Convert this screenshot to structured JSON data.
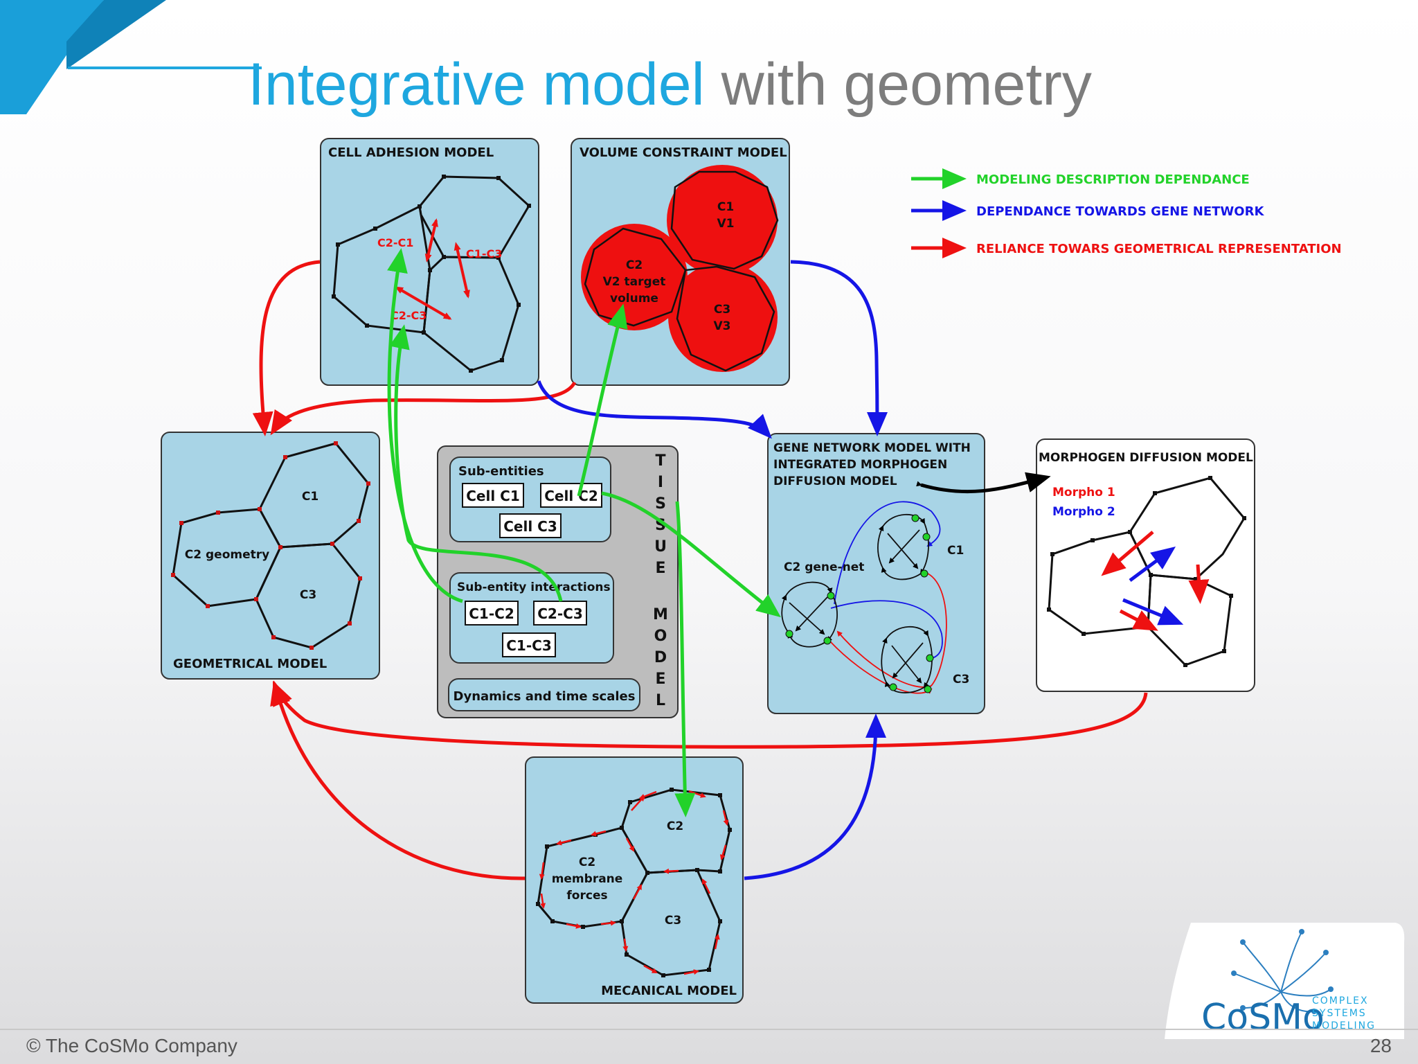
{
  "slide": {
    "title_part1": "Integrative model",
    "title_part2": " with geometry",
    "footer_copyright": "© The CoSMo Company",
    "page_number": "28"
  },
  "logo": {
    "name": "CoSMo",
    "tagline_line1": "COMPLEX",
    "tagline_line2": "SYSTEMS",
    "tagline_line3": "MODELING"
  },
  "legend": [
    {
      "label": "MODELING DESCRIPTION DEPENDANCE",
      "color": "#22d22a"
    },
    {
      "label": "DEPENDANCE TOWARDS GENE NETWORK",
      "color": "#1515e6"
    },
    {
      "label": "RELIANCE TOWARS GEOMETRICAL REPRESENTATION",
      "color": "#ee1111"
    }
  ],
  "cell_adhesion": {
    "title": "CELL ADHESION MODEL",
    "pair_c2c1": "C2-C1",
    "pair_c1c3": "C1-C3",
    "pair_c2c3": "C2-C3"
  },
  "volume_constraint": {
    "title": "VOLUME CONSTRAINT MODEL",
    "c1": "C1",
    "v1": "V1",
    "c2": "C2",
    "v2_line1": "V2 target",
    "v2_line2": "volume",
    "c3": "C3",
    "v3": "V3"
  },
  "geometrical": {
    "title": "GEOMETRICAL MODEL",
    "c1": "C1",
    "c2": "C2 geometry",
    "c3": "C3"
  },
  "tissue": {
    "vertical_word1": [
      "T",
      "I",
      "S",
      "S",
      "U",
      "E"
    ],
    "vertical_word2": [
      "M",
      "O",
      "D",
      "E",
      "L"
    ],
    "sub_entities_title": "Sub-entities",
    "cell_c1": "Cell C1",
    "cell_c2": "Cell C2",
    "cell_c3": "Cell C3",
    "interactions_title": "Sub-entity interactions",
    "c1c2": "C1-C2",
    "c2c3": "C2-C3",
    "c1c3": "C1-C3",
    "dynamics": "Dynamics and time scales"
  },
  "gene_network": {
    "title_line1": "GENE NETWORK MODEL WITH",
    "title_line2": "INTEGRATED MORPHOGEN",
    "title_line3": "DIFFUSION MODEL",
    "c2_label": "C2 gene-net",
    "c1": "C1",
    "c3": "C3"
  },
  "morphogen": {
    "title": "MORPHOGEN DIFFUSION MODEL",
    "morpho1": "Morpho 1",
    "morpho2": "Morpho 2",
    "morpho1_color": "#ee1111",
    "morpho2_color": "#1515e6"
  },
  "mechanical": {
    "title": "MECANICAL MODEL",
    "c2": "C2",
    "c2_line1": "C2",
    "c2_line2": "membrane",
    "c2_line3": "forces",
    "c3": "C3"
  },
  "colors": {
    "panel_fill": "#a8d4e6",
    "cell_red": "#ee1010",
    "arrow_green": "#22d22a",
    "arrow_blue": "#1515e6",
    "arrow_red": "#ee1111",
    "accent": "#1ea7df"
  }
}
